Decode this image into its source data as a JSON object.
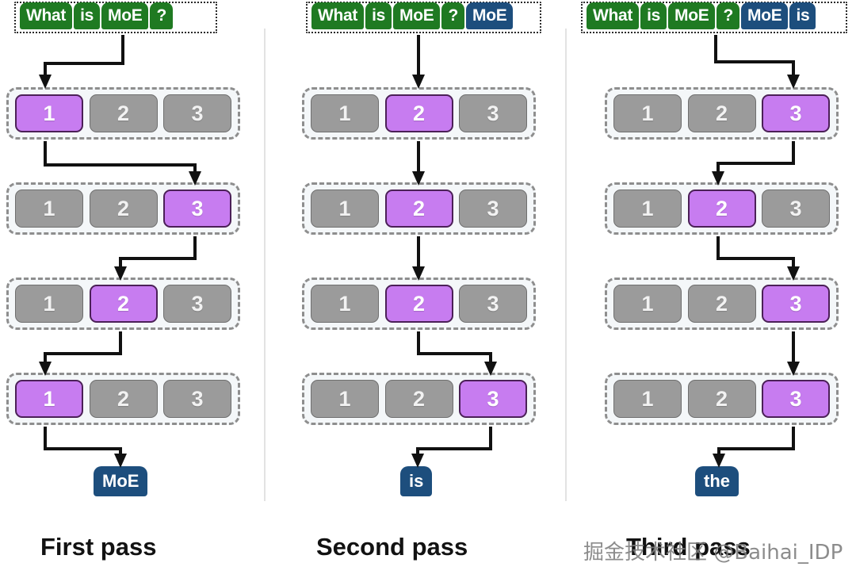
{
  "diagram": {
    "title_tokens_legend": {
      "green_color": "#1f7a22",
      "blue_color": "#1d4e7d",
      "expert_active_color": "#c77cf0",
      "expert_inactive_color": "#9b9b9b"
    },
    "expert_labels": [
      "1",
      "2",
      "3"
    ],
    "columns": [
      {
        "id": "first-pass",
        "caption": "First pass",
        "prompt_tokens": [
          {
            "text": "What",
            "kind": "green"
          },
          {
            "text": "is",
            "kind": "green"
          },
          {
            "text": "MoE",
            "kind": "green"
          },
          {
            "text": "?",
            "kind": "green"
          }
        ],
        "layers": [
          {
            "experts": [
              "1",
              "2",
              "3"
            ],
            "active_index": 0
          },
          {
            "experts": [
              "1",
              "2",
              "3"
            ],
            "active_index": 2
          },
          {
            "experts": [
              "1",
              "2",
              "3"
            ],
            "active_index": 1
          },
          {
            "experts": [
              "1",
              "2",
              "3"
            ],
            "active_index": 0
          }
        ],
        "output_token": "MoE"
      },
      {
        "id": "second-pass",
        "caption": "Second pass",
        "prompt_tokens": [
          {
            "text": "What",
            "kind": "green"
          },
          {
            "text": "is",
            "kind": "green"
          },
          {
            "text": "MoE",
            "kind": "green"
          },
          {
            "text": "?",
            "kind": "green"
          },
          {
            "text": "MoE",
            "kind": "blue"
          }
        ],
        "layers": [
          {
            "experts": [
              "1",
              "2",
              "3"
            ],
            "active_index": 1
          },
          {
            "experts": [
              "1",
              "2",
              "3"
            ],
            "active_index": 1
          },
          {
            "experts": [
              "1",
              "2",
              "3"
            ],
            "active_index": 1
          },
          {
            "experts": [
              "1",
              "2",
              "3"
            ],
            "active_index": 2
          }
        ],
        "output_token": "is"
      },
      {
        "id": "third-pass",
        "caption": "Third pass",
        "prompt_tokens": [
          {
            "text": "What",
            "kind": "green"
          },
          {
            "text": "is",
            "kind": "green"
          },
          {
            "text": "MoE",
            "kind": "green"
          },
          {
            "text": "?",
            "kind": "green"
          },
          {
            "text": "MoE",
            "kind": "blue"
          },
          {
            "text": "is",
            "kind": "blue"
          }
        ],
        "layers": [
          {
            "experts": [
              "1",
              "2",
              "3"
            ],
            "active_index": 2
          },
          {
            "experts": [
              "1",
              "2",
              "3"
            ],
            "active_index": 1
          },
          {
            "experts": [
              "1",
              "2",
              "3"
            ],
            "active_index": 2
          },
          {
            "experts": [
              "1",
              "2",
              "3"
            ],
            "active_index": 2
          }
        ],
        "output_token": "the"
      }
    ],
    "watermark": "掘金技术社区 @Baihai_IDP"
  }
}
